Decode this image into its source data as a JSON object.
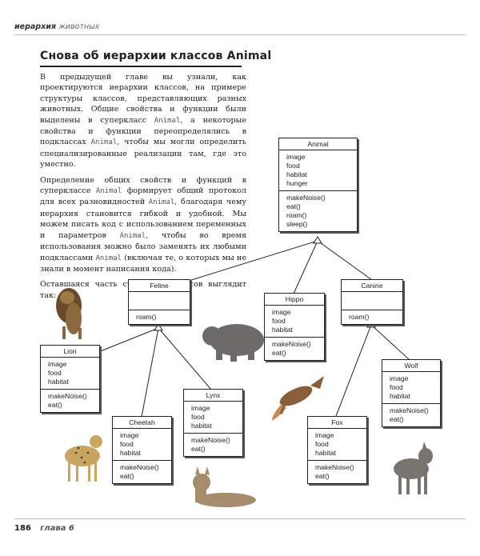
{
  "header": {
    "main": "иерархия",
    "sub": "животных"
  },
  "title": "Снова об иерархии классов Animal",
  "paragraphs": [
    [
      {
        "t": "В предыдущей главе вы узнали, как проектируются иерархии классов, на примере структуры классов, представляющих разных животных. Общие свойства и функции были выделены в суперкласс "
      },
      {
        "t": "Animal",
        "mono": true
      },
      {
        "t": ", а некоторые свойства и функции переопределялись в подклассах "
      },
      {
        "t": "Animal",
        "mono": true
      },
      {
        "t": ", чтобы мы могли определить специализированные реализации там, где это уместно."
      }
    ],
    [
      {
        "t": "Определение общих свойств и функций в суперклассе "
      },
      {
        "t": "Animal",
        "mono": true
      },
      {
        "t": " формирует общий протокол для всех разновидностей "
      },
      {
        "t": "Animal",
        "mono": true
      },
      {
        "t": ", благодаря чему иерархия становится гибкой и удобной. Мы можем писать код с использованием переменных и параметров "
      },
      {
        "t": "Animal",
        "mono": true
      },
      {
        "t": ", чтобы во время использования можно было заменять их любыми подклассами "
      },
      {
        "t": "Animal",
        "mono": true
      },
      {
        "t": " (включая те, о которых мы не знали в момент написания кода)."
      }
    ],
    [
      {
        "t": "Оставшаяся часть структуры классов выглядит так:"
      }
    ]
  ],
  "classes": {
    "animal": {
      "name": "Animal",
      "props": [
        "image",
        "food",
        "habitat",
        "hunger"
      ],
      "methods": [
        "makeNoise()",
        "eat()",
        "roam()",
        "sleep()"
      ]
    },
    "feline": {
      "name": "Feline",
      "props": [],
      "methods": [
        "roam()"
      ]
    },
    "canine": {
      "name": "Canine",
      "props": [],
      "methods": [
        "roam()"
      ]
    },
    "hippo": {
      "name": "Hippo",
      "props": [
        "image",
        "food",
        "habitat"
      ],
      "methods": [
        "makeNoise()",
        "eat()"
      ]
    },
    "lion": {
      "name": "Lion",
      "props": [
        "image",
        "food",
        "habitat"
      ],
      "methods": [
        "makeNoise()",
        "eat()"
      ]
    },
    "lynx": {
      "name": "Lynx",
      "props": [
        "image",
        "food",
        "habitat"
      ],
      "methods": [
        "makeNoise()",
        "eat()"
      ]
    },
    "cheetah": {
      "name": "Cheetah",
      "props": [
        "image",
        "food",
        "habitat"
      ],
      "methods": [
        "makeNoise()",
        "eat()"
      ]
    },
    "fox": {
      "name": "Fox",
      "props": [
        "image",
        "food",
        "habitat"
      ],
      "methods": [
        "makeNoise()",
        "eat()"
      ]
    },
    "wolf": {
      "name": "Wolf",
      "props": [
        "image",
        "food",
        "habitat"
      ],
      "methods": [
        "makeNoise()",
        "eat()"
      ]
    }
  },
  "footer": {
    "page": "186",
    "chapter": "глава 6"
  },
  "colors": {
    "text": "#222222",
    "muted": "#555555",
    "rule": "#bbbbbb"
  }
}
